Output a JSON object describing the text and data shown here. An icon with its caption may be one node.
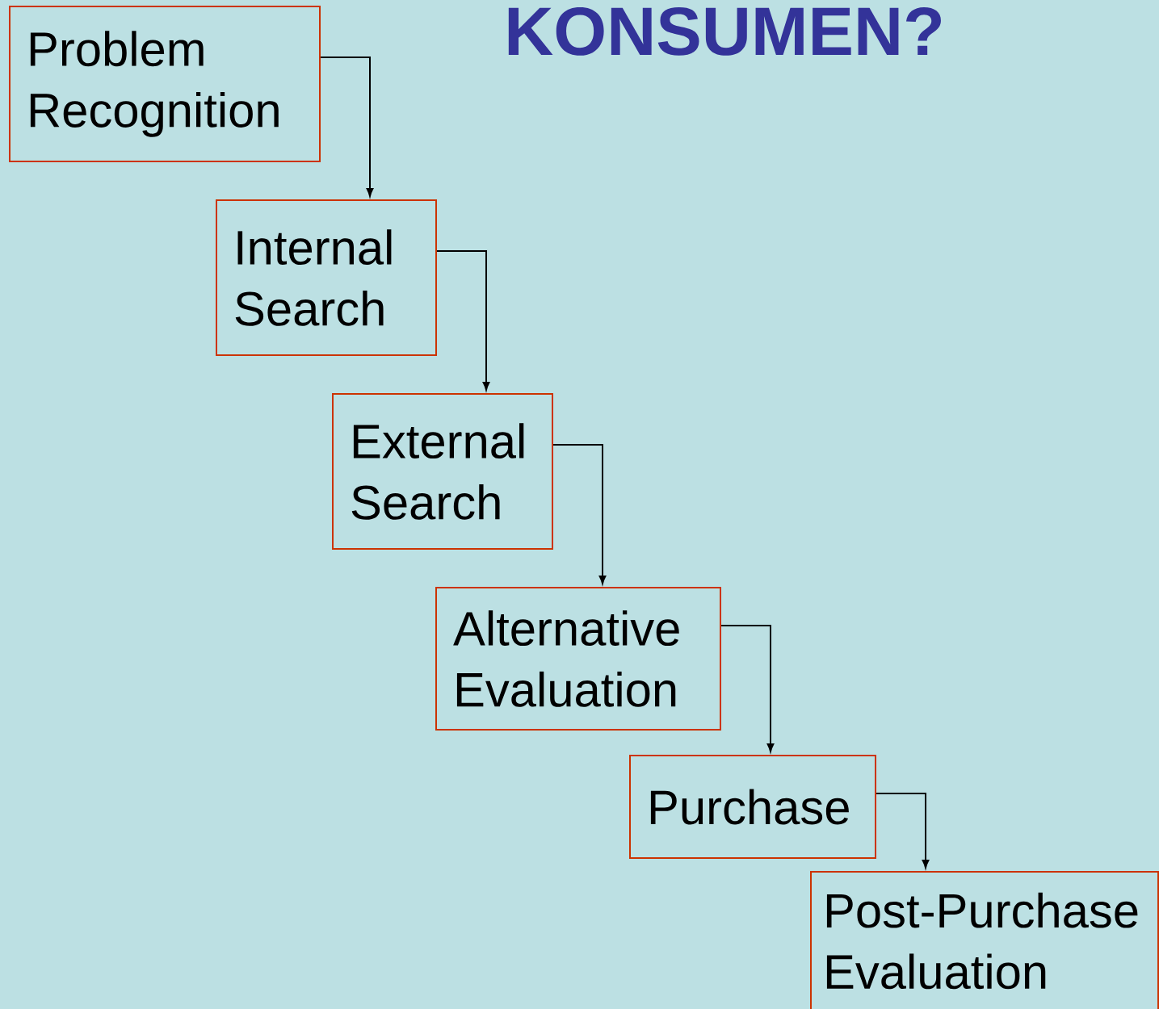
{
  "diagram": {
    "title": "KONSUMEN?",
    "nodes": [
      {
        "text": [
          "Problem Recognition"
        ]
      },
      {
        "text": [
          "Internal Search"
        ]
      },
      {
        "text": [
          "External Search"
        ]
      },
      {
        "text": [
          "Alternative Evaluation"
        ]
      },
      {
        "text": [
          "Purchase"
        ]
      },
      {
        "text": [
          "Post-Purchase Evaluation"
        ]
      }
    ],
    "edges": [
      {
        "from": 0,
        "to": 1,
        "arrow": "to"
      },
      {
        "from": 1,
        "to": 2,
        "arrow": "to"
      },
      {
        "from": 2,
        "to": 3,
        "arrow": "to"
      },
      {
        "from": 3,
        "to": 4,
        "arrow": "to"
      },
      {
        "from": 4,
        "to": 5,
        "arrow": "to"
      }
    ]
  }
}
